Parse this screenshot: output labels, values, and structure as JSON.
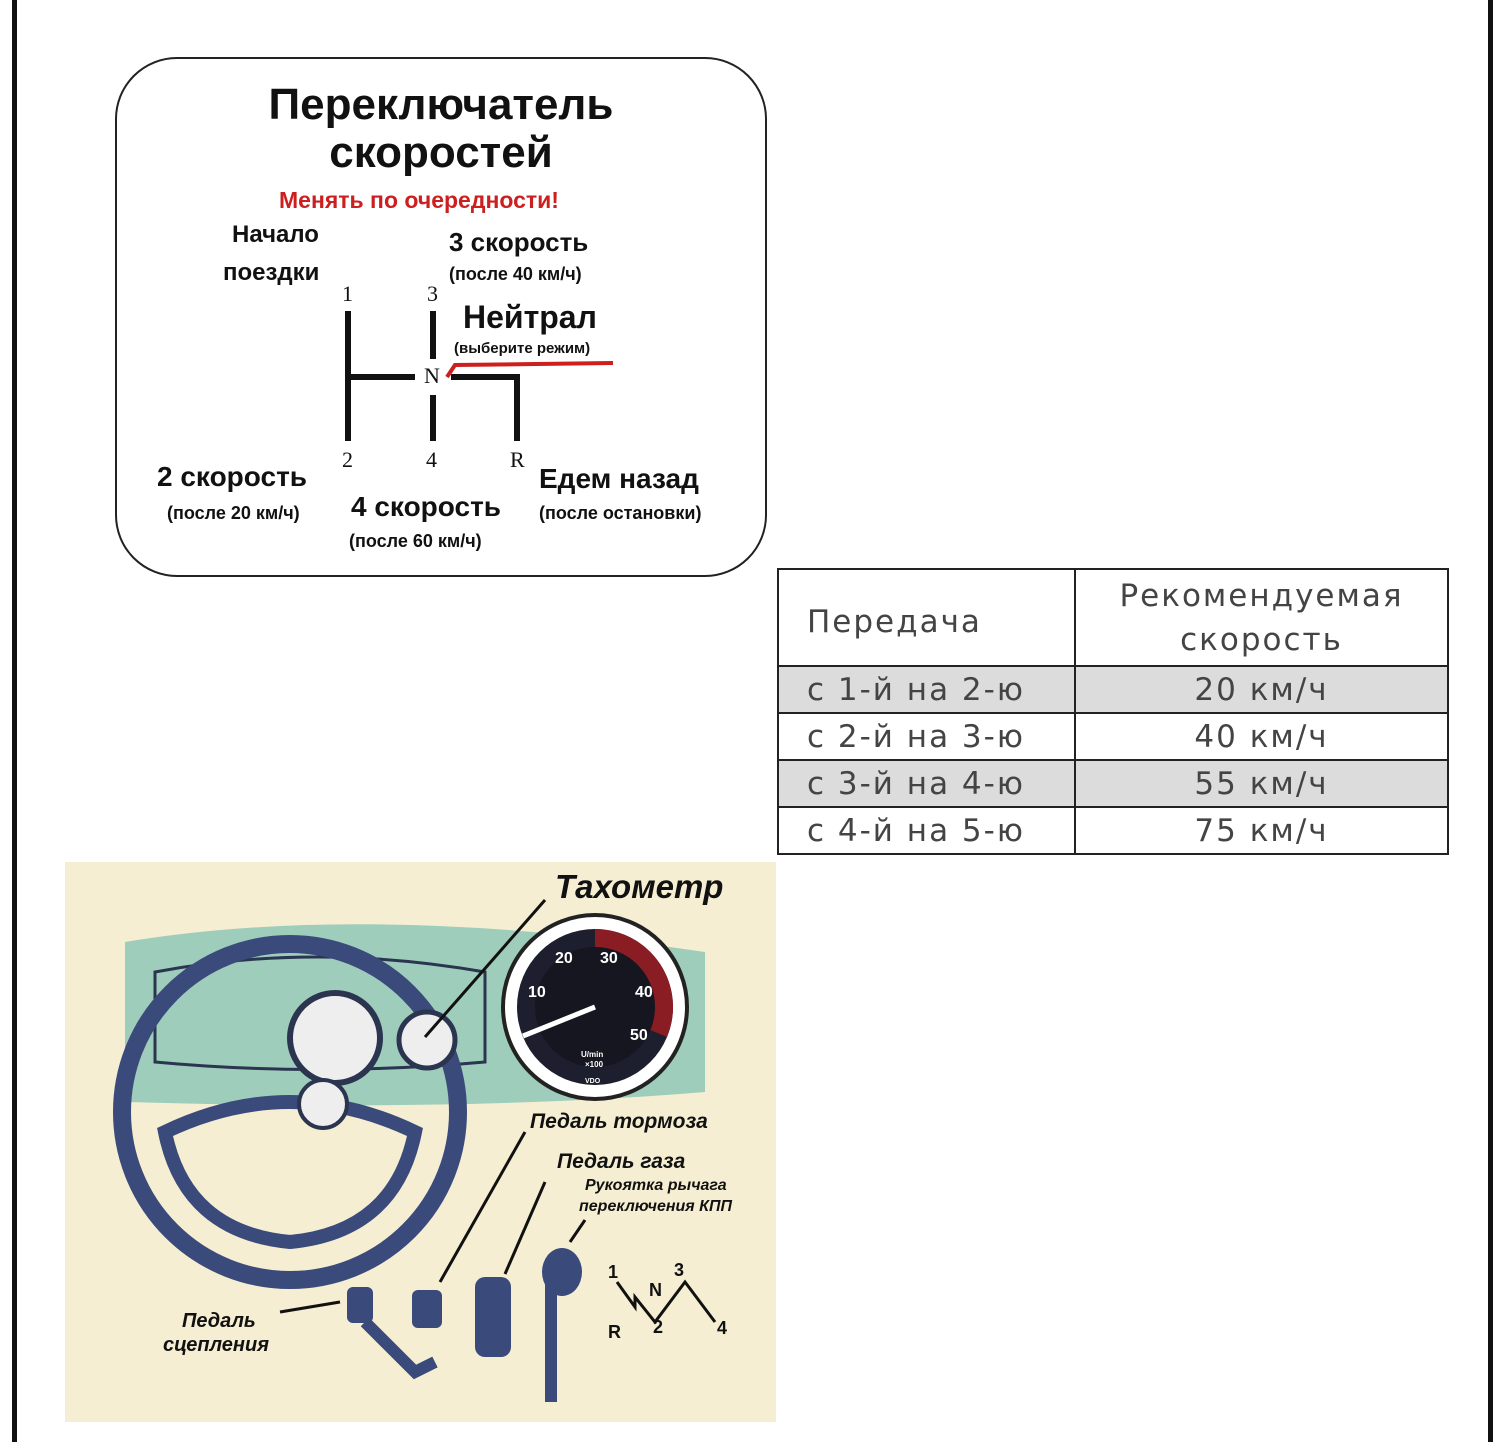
{
  "gear_card": {
    "title_line1": "Переключатель",
    "title_line2": "скоростей",
    "warning": "Менять по очередности!",
    "start_line1": "Начало",
    "start_line2": "поездки",
    "third_title": "3 скорость",
    "third_note": "(после 40 км/ч)",
    "neutral_title": "Нейтрал",
    "neutral_note": "(выберите режим)",
    "second_title": "2 скорость",
    "second_note": "(после 20 км/ч)",
    "fourth_title": "4 скорость",
    "fourth_note": "(после 60 км/ч)",
    "reverse_title": "Едем назад",
    "reverse_note": "(после остановки)",
    "positions": {
      "p1": "1",
      "p2": "2",
      "p3": "3",
      "p4": "4",
      "n": "N",
      "r": "R"
    },
    "accent_color": "#cc1f1f"
  },
  "speed_table": {
    "headers": [
      "Передача",
      "Рекомендуемая скорость"
    ],
    "rows": [
      [
        "с 1-й на 2-ю",
        "20 км/ч"
      ],
      [
        "с 2-й на 3-ю",
        "40 км/ч"
      ],
      [
        "с 3-й на 4-ю",
        "55 км/ч"
      ],
      [
        "с 4-й на 5-ю",
        "75 км/ч"
      ]
    ]
  },
  "illustration": {
    "tachometer": "Тахометр",
    "brake_pedal": "Педаль тормоза",
    "gas_pedal": "Педаль газа",
    "lever_line1": "Рукоятка рычага",
    "lever_line2": "переключения КПП",
    "clutch_line1": "Педаль",
    "clutch_line2": "сцепления",
    "gauge_ticks": [
      "10",
      "20",
      "30",
      "40",
      "50"
    ],
    "gauge_unit1": "U/min",
    "gauge_unit2": "×100",
    "gauge_brand": "VDO",
    "shift": {
      "p1": "1",
      "n": "N",
      "p3": "3",
      "r": "R",
      "p2": "2",
      "p4": "4"
    }
  }
}
